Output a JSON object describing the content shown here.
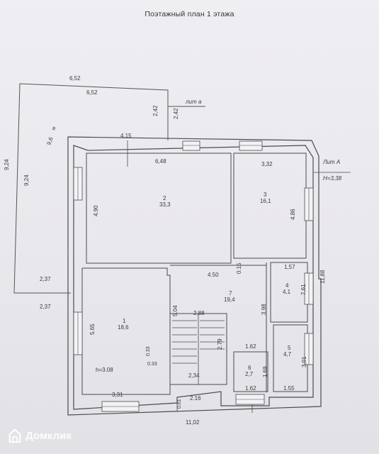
{
  "title": "Поэтажный план  1 этажа",
  "watermark": {
    "brand": "Домклик",
    "icon": "domclick-house-icon"
  },
  "liters": {
    "a": "лит а",
    "A": "Лит А",
    "height": "H=3,38"
  },
  "rooms": [
    {
      "number": "1",
      "area": "18,6",
      "height_note": "h=3.08"
    },
    {
      "number": "2",
      "area": "33,3"
    },
    {
      "number": "3",
      "area": "16,1"
    },
    {
      "number": "4",
      "area": "4,1"
    },
    {
      "number": "5",
      "area": "4,7"
    },
    {
      "number": "6",
      "area": "2,7"
    },
    {
      "number": "7",
      "area": "19,4"
    }
  ],
  "terrace": {
    "area": "9,6",
    "unit": "м",
    "width_top_outer": "6,52",
    "width_top_inner": "6,52",
    "height_outer": "9,24",
    "height_inner": "9,24",
    "depth_left_outer": "2,37",
    "depth_left_inner": "2,37",
    "porch_top_outer": "2,42",
    "porch_top_inner": "2,42"
  },
  "dimensions": {
    "d415": "4,15",
    "d648": "6,48",
    "d332": "3,32",
    "d490": "4.90",
    "d486": "4.86",
    "d450": "4.50",
    "d015": "0.15",
    "d157": "1,57",
    "d761": "7,61",
    "d1188": "11,88",
    "d504": "5.04",
    "d288": "2.88",
    "d398": "3.98",
    "d565": "5.65",
    "d279": "2.79",
    "d162a": "1.62",
    "d033a": "0.33",
    "d033b": "0.33",
    "d301": "3,01",
    "d234": "2,34",
    "d169": "1.69",
    "d162b": "1.62",
    "d155": "1.55",
    "d331": "3,31",
    "d216": "2.16",
    "d061": "0,61",
    "d1102": "11,02"
  }
}
